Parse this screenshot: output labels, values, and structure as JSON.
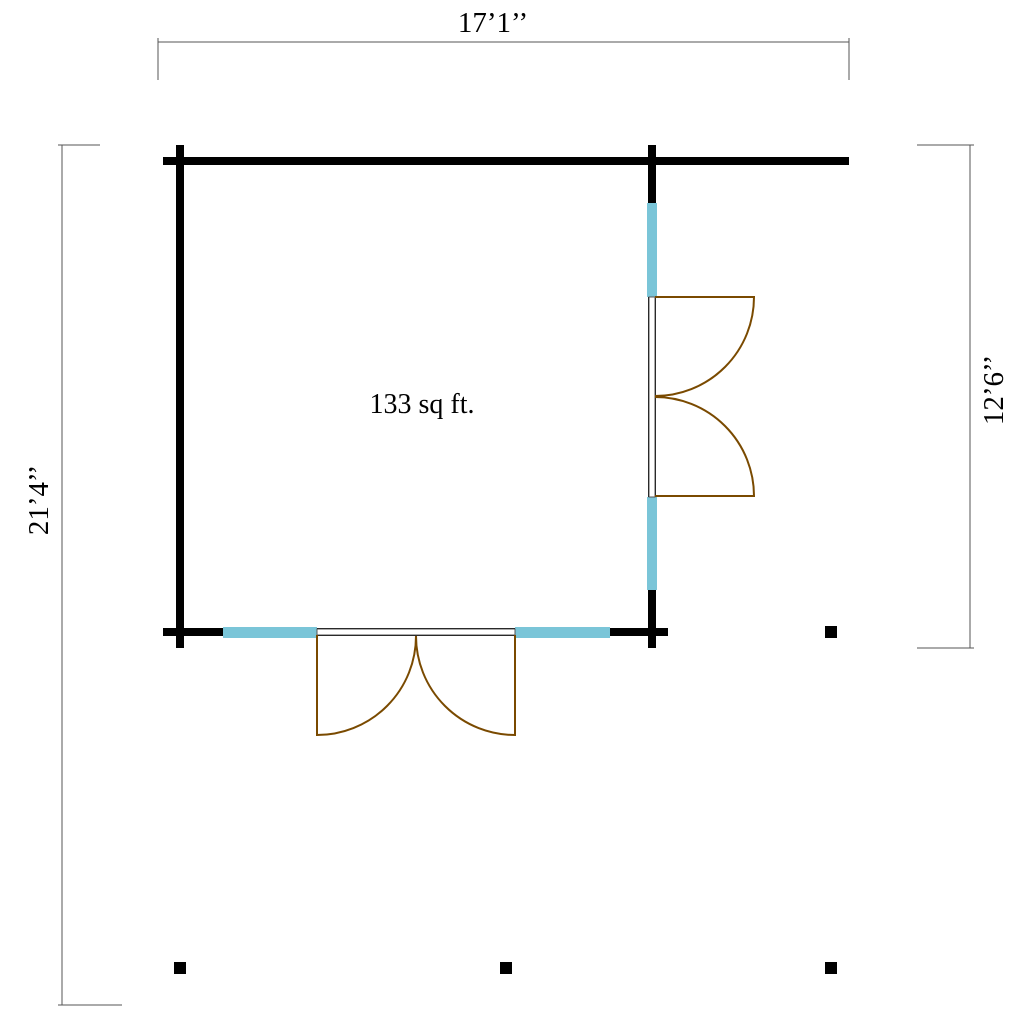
{
  "plan": {
    "width_label": "17’1’’",
    "depth_label": "21’4’’",
    "building_depth_label": "12’6’’",
    "area_label": "133 sq ft.",
    "colors": {
      "wall": "#000000",
      "window": "#7AC5D8",
      "door": "#7A4A00"
    }
  }
}
